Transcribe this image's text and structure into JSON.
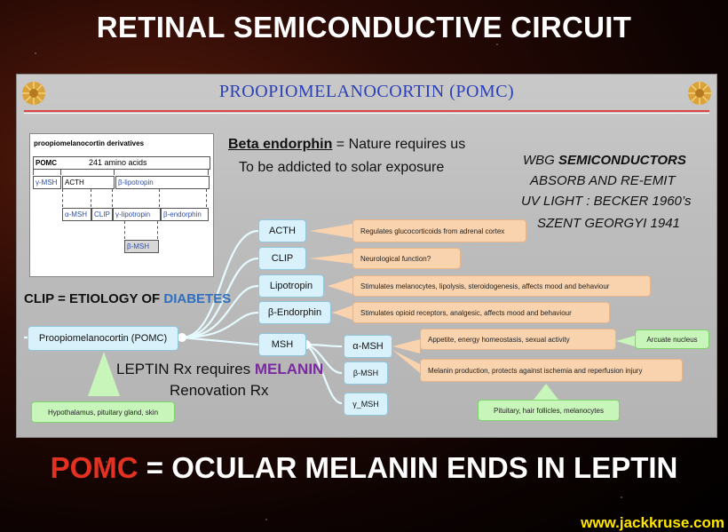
{
  "top_title": "RETINAL SEMICONDUCTIVE CIRCUIT",
  "slide": {
    "title": "PROOPIOMELANOCORTIN  (POMC)",
    "derivatives": {
      "heading": "proopiomelanocortin derivatives",
      "pomc": "POMC",
      "pomc_len": "241 amino acids",
      "gamma_msh": "γ-MSH",
      "acth": "ACTH",
      "beta_lipotropin": "β-lipotropin",
      "alpha_msh": "α-MSH",
      "clip": "CLIP",
      "gamma_lipotropin": "γ-lipotropin",
      "beta_endorphin": "β-endorphin",
      "beta_msh": "β-MSH"
    },
    "beta_endorphin_heading": "Beta endorphin",
    "beta_endorphin_text1": " = Nature requires us",
    "beta_endorphin_text2": "To be addicted to solar exposure",
    "wbg_line1_a": "WBG ",
    "wbg_line1_b": "SEMICONDUCTORS",
    "wbg_line2": "ABSORB AND RE-EMIT",
    "wbg_line3": "UV LIGHT :  BECKER 1960’s",
    "wbg_line4": "SZENT GEORGYI 1941",
    "clip_etiology_a": "CLIP = ETIOLOGY OF ",
    "clip_etiology_b": "DIABETES",
    "leptin_a": "LEPTIN Rx requires ",
    "leptin_b": "MELANIN",
    "renovation": "Renovation Rx",
    "mindmap": {
      "root": "Proopiomelanocortin (POMC)",
      "root_note": "Hypothalamus, pituitary gland, skin",
      "acth": "ACTH",
      "acth_note": "Regulates glucocorticoids from adrenal cortex",
      "clip": "CLIP",
      "clip_note": "Neurological function?",
      "lipotropin": "Lipotropin",
      "lipotropin_note": "Stimulates melanocytes, lipolysis, steroidogenesis, affects mood and behaviour",
      "bendorphin": "β-Endorphin",
      "bendorphin_note": "Stimulates opioid receptors, analgesic, affects mood and behaviour",
      "msh": "MSH",
      "amsh": "α-MSH",
      "bmsh": "β-MSH",
      "gmsh": "γ_MSH",
      "amsh_note1": "Appetite, energy homeostasis, sexual activity",
      "arcuate": "Arcuate nucleus",
      "amsh_note2": "Melanin production, protects against ischemia and reperfusion injury",
      "pituitary": "Pituitary, hair follicles, melanocytes"
    }
  },
  "bottom_title_a": "POMC",
  "bottom_title_b": " = OCULAR MELANIN ENDS IN LEPTIN",
  "website": "www.jackkruse.com",
  "colors": {
    "accent_blue": "#2b3fb6",
    "red": "#e33222",
    "diabetes_blue": "#2f6fc0",
    "melanin_purple": "#7a2aa0",
    "website_yellow": "#ffe600"
  }
}
